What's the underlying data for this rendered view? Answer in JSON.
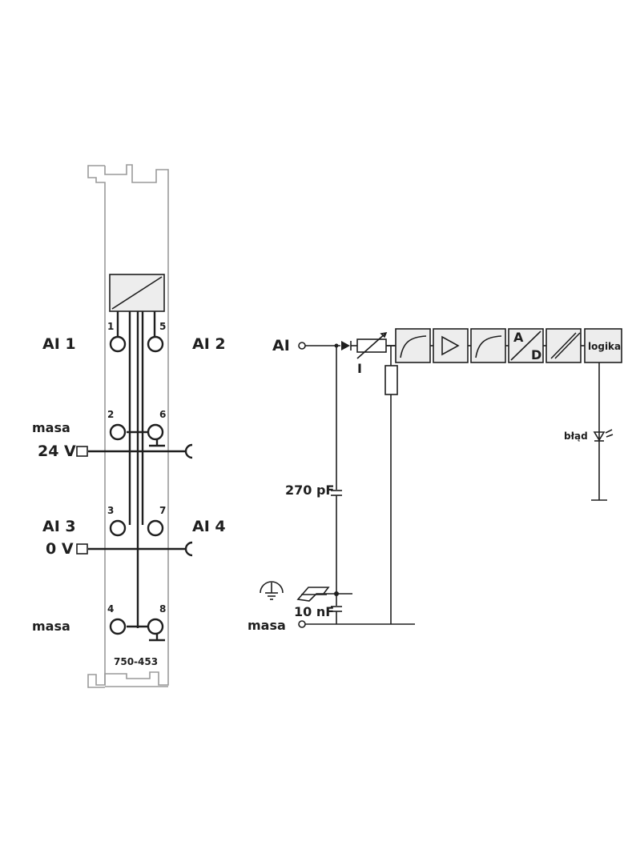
{
  "module": {
    "part_number": "750-453",
    "terminals": [
      "1",
      "2",
      "3",
      "4",
      "5",
      "6",
      "7",
      "8"
    ],
    "left_labels": {
      "ai1": "AI 1",
      "masa_top": "masa",
      "v24": "24 V",
      "ai3": "AI 3",
      "v0": "0 V",
      "masa_bottom": "masa"
    },
    "right_labels": {
      "ai2": "AI 2",
      "ai4": "AI 4"
    }
  },
  "circuit": {
    "input_label": "AI",
    "current_label": "I",
    "cap_top_label": "270 pF",
    "cap_bottom_label": "10 nF",
    "ground_label": "masa",
    "error_label": "błąd",
    "ad_top": "A",
    "ad_bottom": "D",
    "logic_label": "logika"
  }
}
